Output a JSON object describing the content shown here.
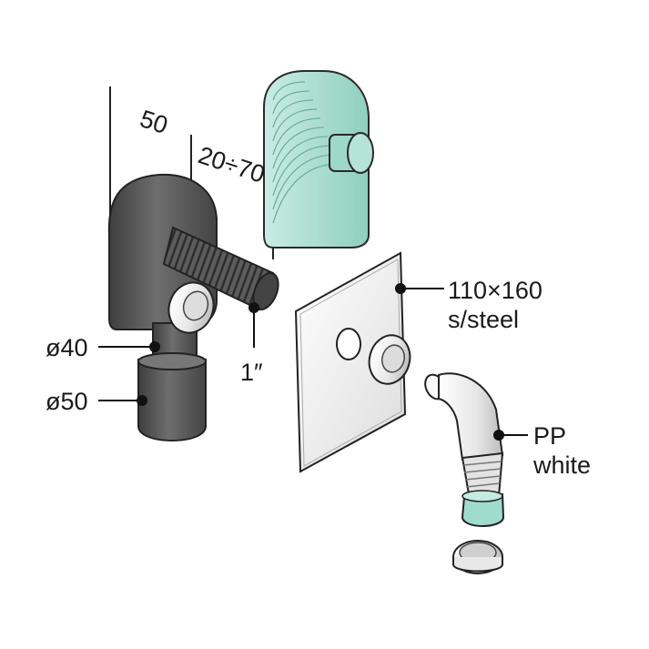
{
  "dimensions": {
    "depth": "50",
    "range": "20÷70",
    "thread": "1″"
  },
  "callouts": {
    "pipe_small": "ø40",
    "pipe_large": "ø50",
    "plate_size": "110×160",
    "plate_material": "s/steel",
    "elbow_material": "PP",
    "elbow_color": "white"
  },
  "colors": {
    "trap_body": "#5a5a5a",
    "box": "#a8ddd0",
    "plate": "#eeeeee",
    "fittings": "#f4f4f4"
  }
}
